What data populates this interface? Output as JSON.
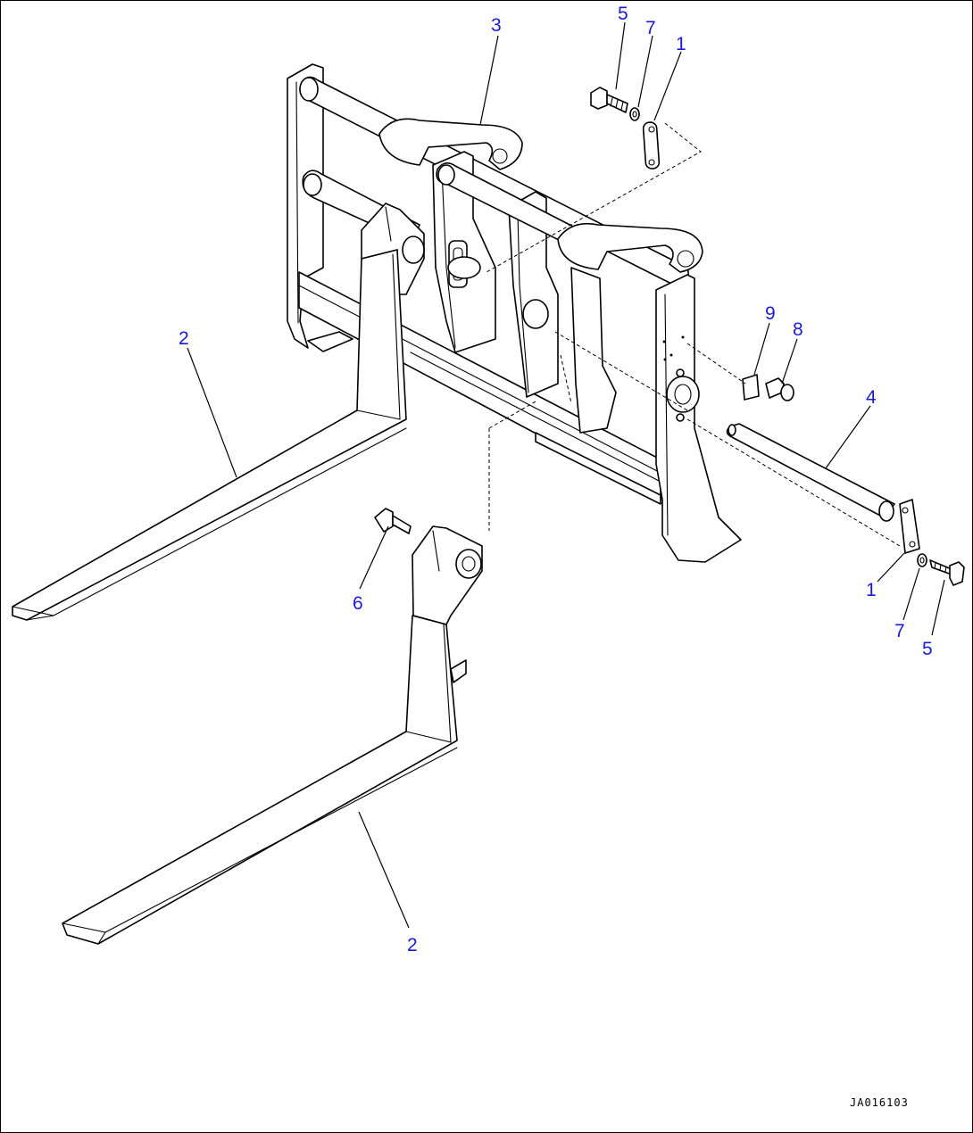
{
  "drawing_number": "JA016103",
  "callouts": [
    {
      "id": "c5a",
      "label": "5"
    },
    {
      "id": "c7a",
      "label": "7"
    },
    {
      "id": "c1a",
      "label": "1"
    },
    {
      "id": "c3",
      "label": "3"
    },
    {
      "id": "c2a",
      "label": "2"
    },
    {
      "id": "c9",
      "label": "9"
    },
    {
      "id": "c8",
      "label": "8"
    },
    {
      "id": "c4",
      "label": "4"
    },
    {
      "id": "c6",
      "label": "6"
    },
    {
      "id": "c1b",
      "label": "1"
    },
    {
      "id": "c7b",
      "label": "7"
    },
    {
      "id": "c5b",
      "label": "5"
    },
    {
      "id": "c2b",
      "label": "2"
    }
  ]
}
